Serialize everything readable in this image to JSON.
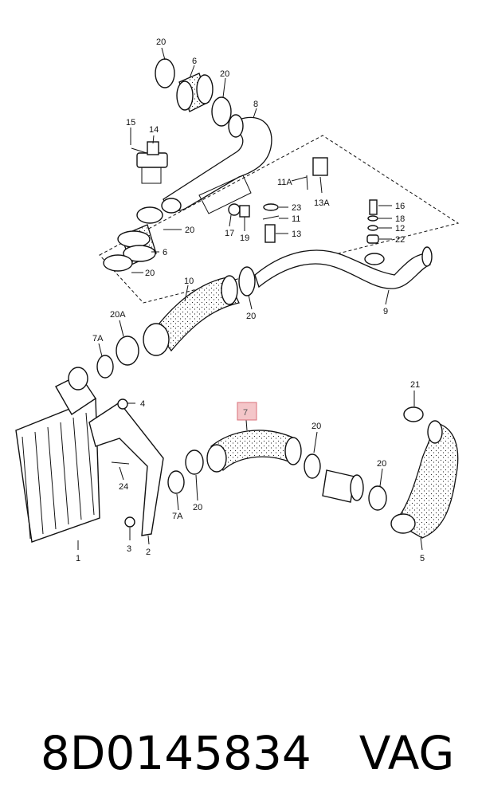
{
  "callouts": {
    "c1": "1",
    "c2": "2",
    "c3": "3",
    "c4": "4",
    "c5": "5",
    "c6a": "6",
    "c6b": "6",
    "c7": "7",
    "c7a_1": "7A",
    "c7a_2": "7A",
    "c8": "8",
    "c9": "9",
    "c10": "10",
    "c11": "11",
    "c11a": "11A",
    "c12": "12",
    "c13": "13",
    "c13a": "13A",
    "c14": "14",
    "c15": "15",
    "c16": "16",
    "c17": "17",
    "c18": "18",
    "c19": "19",
    "c20_1": "20",
    "c20_2": "20",
    "c20_3": "20",
    "c20_4": "20",
    "c20_5": "20",
    "c20_6": "20",
    "c20_7": "20",
    "c20_8": "20",
    "c20a": "20A",
    "c21": "21",
    "c22": "22",
    "c23": "23",
    "c24": "24"
  },
  "highlight_color": "#f4c6c9",
  "footer": {
    "part_number": "8D0145834",
    "vendor": "VAG"
  }
}
